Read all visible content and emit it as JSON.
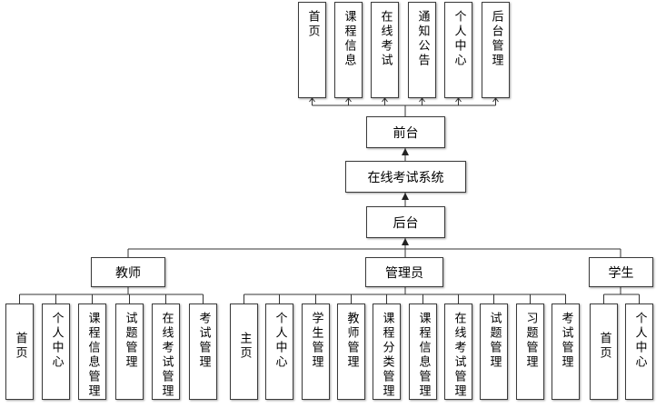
{
  "front": {
    "label": "前台",
    "items": [
      "首页",
      "课程信息",
      "在线考试",
      "通知公告",
      "个人中心",
      "后台管理"
    ]
  },
  "system": {
    "label": "在线考试系统"
  },
  "back": {
    "label": "后台",
    "teacher": {
      "label": "教师",
      "items": [
        "首页",
        "个人中心",
        "课程信息管理",
        "试题管理",
        "在线考试管理",
        "考试管理"
      ]
    },
    "admin": {
      "label": "管理员",
      "items": [
        "主页",
        "个人中心",
        "学生管理",
        "教师管理",
        "课程分类管理",
        "课程信息管理",
        "在线考试管理",
        "试题管理",
        "习题管理",
        "考试管理"
      ]
    },
    "student": {
      "label": "学生",
      "items": [
        "首页",
        "个人中心"
      ]
    }
  }
}
